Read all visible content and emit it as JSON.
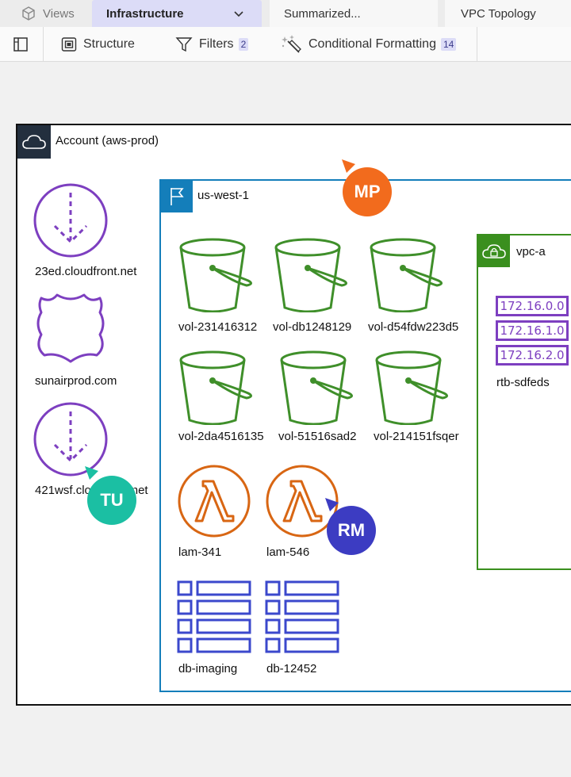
{
  "tabs": {
    "views": "Views",
    "infrastructure": "Infrastructure",
    "summarized": "Summarized...",
    "vpc_topology": "VPC Topology"
  },
  "toolbar": {
    "structure": "Structure",
    "filters": "Filters",
    "filters_count": "2",
    "conditional_formatting": "Conditional Formatting",
    "conditional_formatting_count": "14"
  },
  "diagram": {
    "account_label": "Account (aws-prod)",
    "region_label": "us-west-1",
    "vpc_label": "vpc-a",
    "edge_nodes": [
      "23ed.cloudfront.net",
      "sunairprod.com",
      "421wsf.cloudfront.net"
    ],
    "volumes": [
      "vol-231416312",
      "vol-db1248129",
      "vol-d54fdw223d5",
      "vol-2da4516135",
      "vol-51516sad2",
      "vol-214151fsqer"
    ],
    "lambdas": [
      "lam-341",
      "lam-546"
    ],
    "databases": [
      "db-imaging",
      "db-12452"
    ],
    "route_table": {
      "label": "rtb-sdfeds",
      "cidrs": [
        "172.16.0.0",
        "172.16.1.0",
        "172.16.2.0"
      ]
    }
  },
  "collaborators": [
    {
      "initials": "MP",
      "color": "#f26b1d"
    },
    {
      "initials": "TU",
      "color": "#1bbfa3"
    },
    {
      "initials": "RM",
      "color": "#3c3cc2"
    }
  ],
  "colors": {
    "bucket": "#3f8f2a",
    "lambda": "#d86613",
    "database": "#3b48cc",
    "edge": "#7d3fc0",
    "region": "#147eba",
    "vpc": "#3a8f1e",
    "account": "#232f3e"
  }
}
